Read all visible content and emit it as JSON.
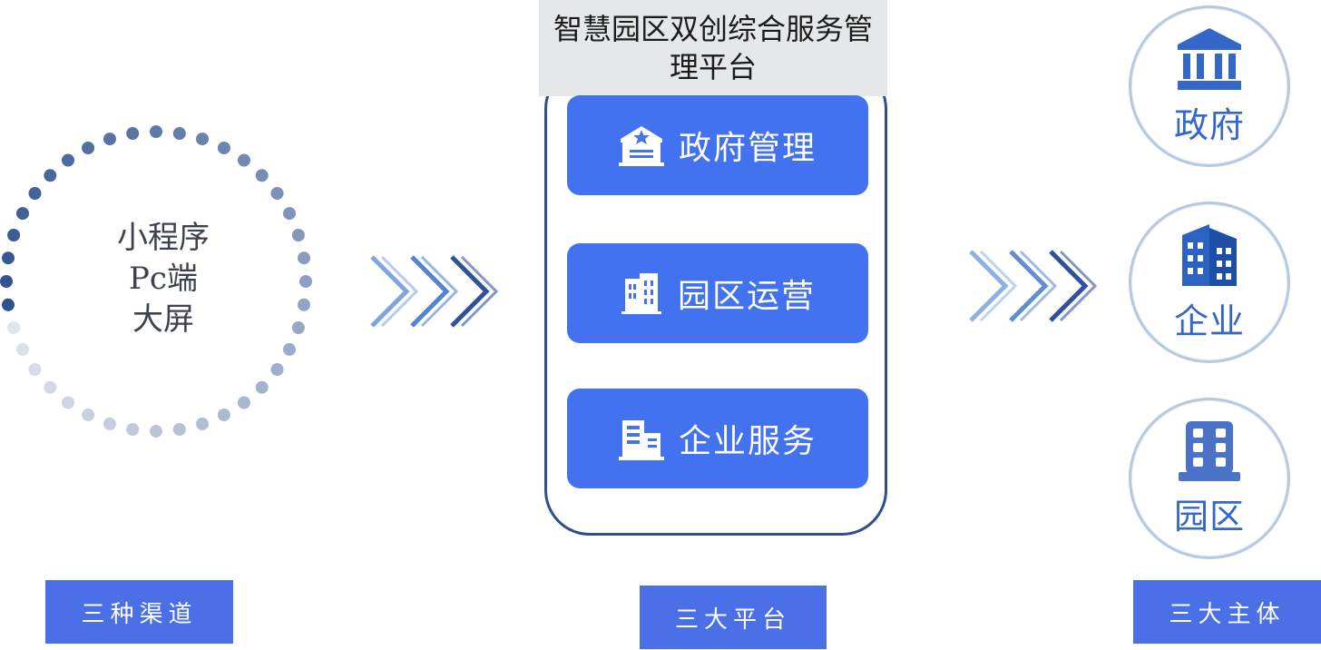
{
  "platform": {
    "title": "智慧园区双创综合服务管理平台",
    "services": [
      {
        "label": "政府管理",
        "icon": "government-building-icon"
      },
      {
        "label": "园区运营",
        "icon": "office-building-icon"
      },
      {
        "label": "企业服务",
        "icon": "enterprise-building-icon"
      }
    ]
  },
  "channels": {
    "items": [
      "小程序",
      "Pc端",
      "大屏"
    ]
  },
  "entities": [
    {
      "label": "政府",
      "icon": "government-icon"
    },
    {
      "label": "企业",
      "icon": "enterprise-icon"
    },
    {
      "label": "园区",
      "icon": "park-icon"
    }
  ],
  "labels": {
    "channels": "三种渠道",
    "platforms": "三大平台",
    "subjects": "三大主体"
  },
  "colors": {
    "button_blue": "#4272ef",
    "label_blue": "#4a6fe6",
    "frame_navy": "#2f4e8c",
    "entity_text": "#3567c8"
  }
}
